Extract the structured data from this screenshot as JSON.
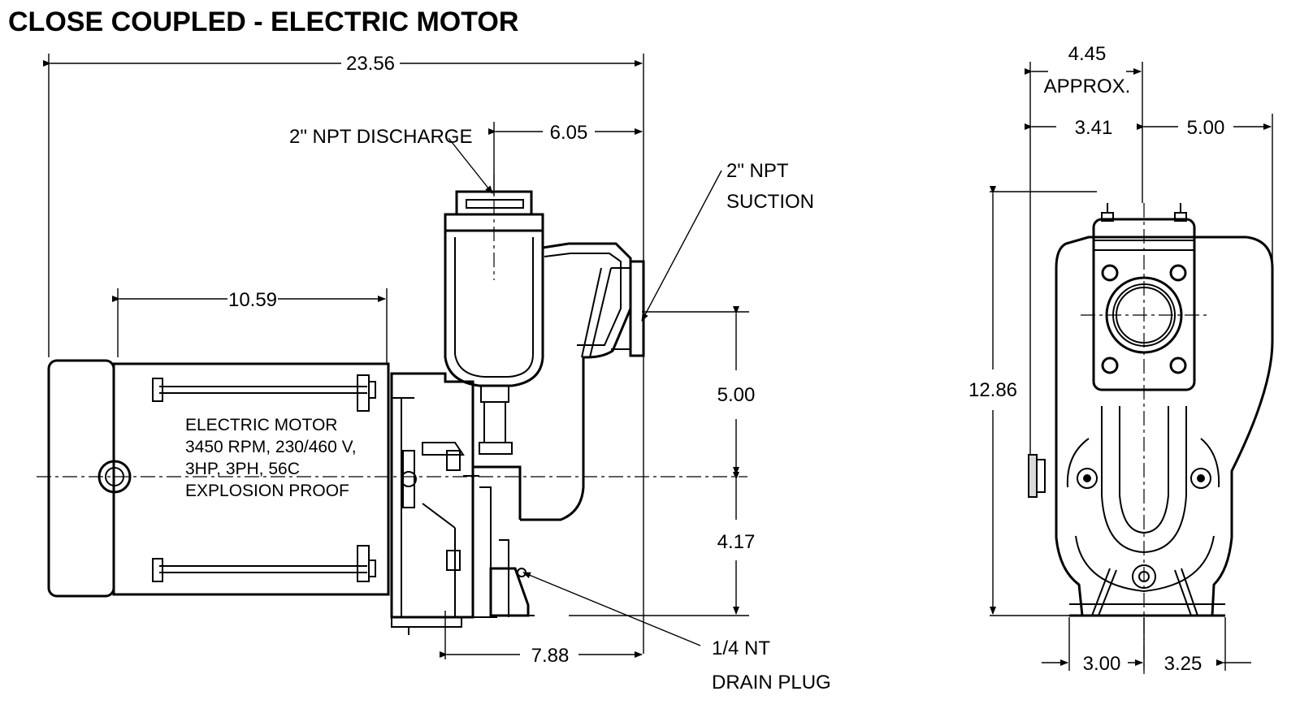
{
  "title": "CLOSE COUPLED - ELECTRIC MOTOR",
  "side_view": {
    "overall_length": "23.56",
    "discharge_offset": "6.05",
    "motor_length": "10.59",
    "discharge_label": "2\" NPT DISCHARGE",
    "suction_label_line1": "2\" NPT",
    "suction_label_line2": "SUCTION",
    "height_upper": "5.00",
    "height_lower": "4.17",
    "base_length": "7.88",
    "drain_label_line1": "1/4 NT",
    "drain_label_line2": "DRAIN PLUG",
    "motor_text": [
      "ELECTRIC MOTOR",
      "3450 RPM, 230/460 V,",
      "3HP, 3PH, 56C",
      "EXPLOSION PROOF"
    ]
  },
  "end_view": {
    "width_approx_value": "4.45",
    "width_approx_note": "APPROX.",
    "left_width": "3.41",
    "right_width": "5.00",
    "overall_height": "12.86",
    "base_left": "3.00",
    "base_right": "3.25"
  }
}
